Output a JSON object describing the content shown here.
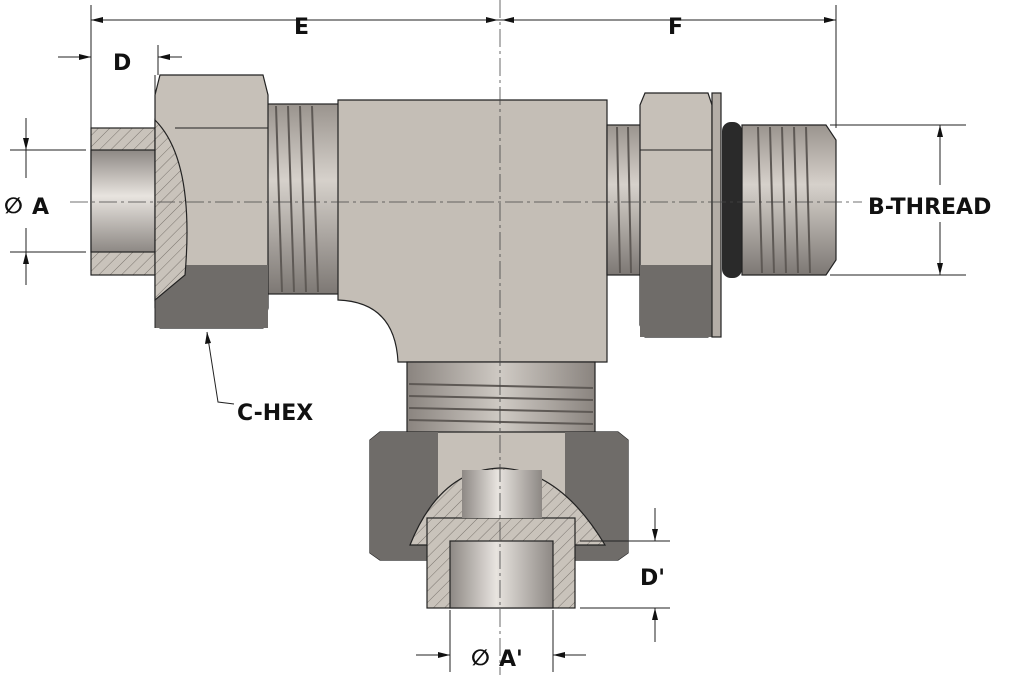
{
  "drawing": {
    "title": "Tee fitting dimension diagram",
    "labels": {
      "E": "E",
      "F": "F",
      "D": "D",
      "A": "A",
      "b_thread": "B-THREAD",
      "c_hex": "C-HEX",
      "d_prime": "D'",
      "a_prime": "A'",
      "diameter_symbol": "∅"
    },
    "colors": {
      "metal_light": "#c6c0b8",
      "metal_mid": "#b3ada6",
      "metal_dark": "#6f6c69",
      "oring": "#2a2a2a"
    }
  }
}
